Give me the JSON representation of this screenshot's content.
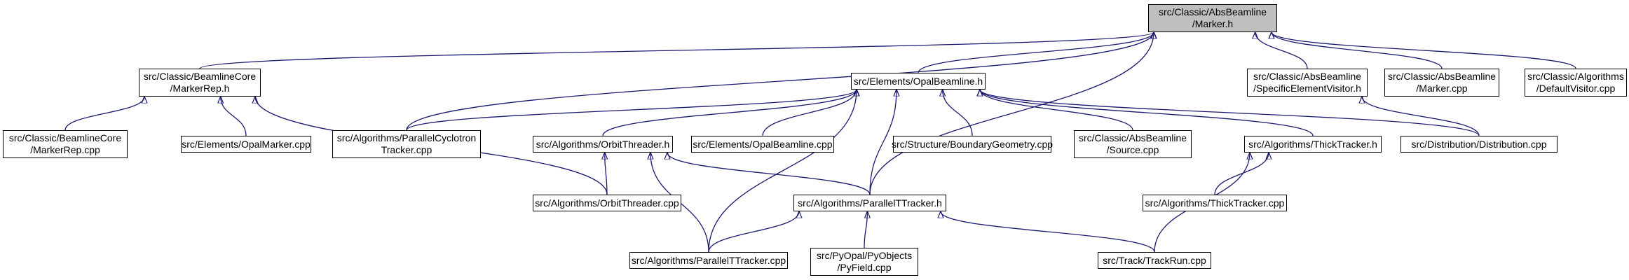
{
  "colors": {
    "edge": "#191970",
    "root_fill": "#bfbfbf",
    "node_fill": "#ffffff",
    "border": "#000000"
  },
  "nodes": {
    "marker_h": {
      "lines": [
        "src/Classic/AbsBeamline",
        "/Marker.h"
      ],
      "root": true
    },
    "marker_rep_h": {
      "lines": [
        "src/Classic/BeamlineCore",
        "/MarkerRep.h"
      ]
    },
    "opal_beamline_h": {
      "lines": [
        "src/Elements/OpalBeamline.h"
      ]
    },
    "specific_visitor_h": {
      "lines": [
        "src/Classic/AbsBeamline",
        "/SpecificElementVisitor.h"
      ]
    },
    "marker_cpp": {
      "lines": [
        "src/Classic/AbsBeamline",
        "/Marker.cpp"
      ]
    },
    "default_visitor_cpp": {
      "lines": [
        "src/Classic/Algorithms",
        "/DefaultVisitor.cpp"
      ]
    },
    "marker_rep_cpp": {
      "lines": [
        "src/Classic/BeamlineCore",
        "/MarkerRep.cpp"
      ]
    },
    "opal_marker_cpp": {
      "lines": [
        "src/Elements/OpalMarker.cpp"
      ]
    },
    "parallel_cyclotron": {
      "lines": [
        "src/Algorithms/ParallelCyclotron",
        "Tracker.cpp"
      ]
    },
    "orbit_threader_h": {
      "lines": [
        "src/Algorithms/OrbitThreader.h"
      ]
    },
    "opal_beamline_cpp": {
      "lines": [
        "src/Elements/OpalBeamline.cpp"
      ]
    },
    "boundary_geometry": {
      "lines": [
        "src/Structure/BoundaryGeometry.cpp"
      ]
    },
    "source_cpp": {
      "lines": [
        "src/Classic/AbsBeamline",
        "/Source.cpp"
      ]
    },
    "thick_tracker_h": {
      "lines": [
        "src/Algorithms/ThickTracker.h"
      ]
    },
    "distribution_cpp": {
      "lines": [
        "src/Distribution/Distribution.cpp"
      ]
    },
    "orbit_threader_cpp": {
      "lines": [
        "src/Algorithms/OrbitThreader.cpp"
      ]
    },
    "parallel_tt_h": {
      "lines": [
        "src/Algorithms/ParallelTTracker.h"
      ]
    },
    "thick_tracker_cpp": {
      "lines": [
        "src/Algorithms/ThickTracker.cpp"
      ]
    },
    "parallel_tt_cpp": {
      "lines": [
        "src/Algorithms/ParallelTTracker.cpp"
      ]
    },
    "pyfield_cpp": {
      "lines": [
        "src/PyOpal/PyObjects",
        "/PyField.cpp"
      ]
    },
    "trackrun_cpp": {
      "lines": [
        "src/Track/TrackRun.cpp"
      ]
    }
  },
  "edges": [
    [
      "marker_rep_h",
      "marker_h"
    ],
    [
      "opal_beamline_h",
      "marker_h"
    ],
    [
      "parallel_cyclotron",
      "marker_h"
    ],
    [
      "parallel_tt_h",
      "marker_h"
    ],
    [
      "specific_visitor_h",
      "marker_h"
    ],
    [
      "marker_cpp",
      "marker_h"
    ],
    [
      "default_visitor_cpp",
      "marker_h"
    ],
    [
      "marker_rep_cpp",
      "marker_rep_h"
    ],
    [
      "opal_marker_cpp",
      "marker_rep_h"
    ],
    [
      "orbit_threader_cpp",
      "marker_rep_h"
    ],
    [
      "parallel_cyclotron",
      "opal_beamline_h"
    ],
    [
      "orbit_threader_h",
      "opal_beamline_h"
    ],
    [
      "opal_beamline_cpp",
      "opal_beamline_h"
    ],
    [
      "boundary_geometry",
      "opal_beamline_h"
    ],
    [
      "source_cpp",
      "opal_beamline_h"
    ],
    [
      "thick_tracker_h",
      "opal_beamline_h"
    ],
    [
      "distribution_cpp",
      "opal_beamline_h"
    ],
    [
      "parallel_tt_h",
      "opal_beamline_h"
    ],
    [
      "parallel_tt_cpp",
      "opal_beamline_h"
    ],
    [
      "distribution_cpp",
      "specific_visitor_h"
    ],
    [
      "orbit_threader_cpp",
      "orbit_threader_h"
    ],
    [
      "parallel_tt_h",
      "orbit_threader_h"
    ],
    [
      "parallel_tt_cpp",
      "orbit_threader_h"
    ],
    [
      "thick_tracker_cpp",
      "thick_tracker_h"
    ],
    [
      "trackrun_cpp",
      "thick_tracker_h"
    ],
    [
      "parallel_tt_cpp",
      "parallel_tt_h"
    ],
    [
      "pyfield_cpp",
      "parallel_tt_h"
    ],
    [
      "trackrun_cpp",
      "parallel_tt_h"
    ]
  ]
}
